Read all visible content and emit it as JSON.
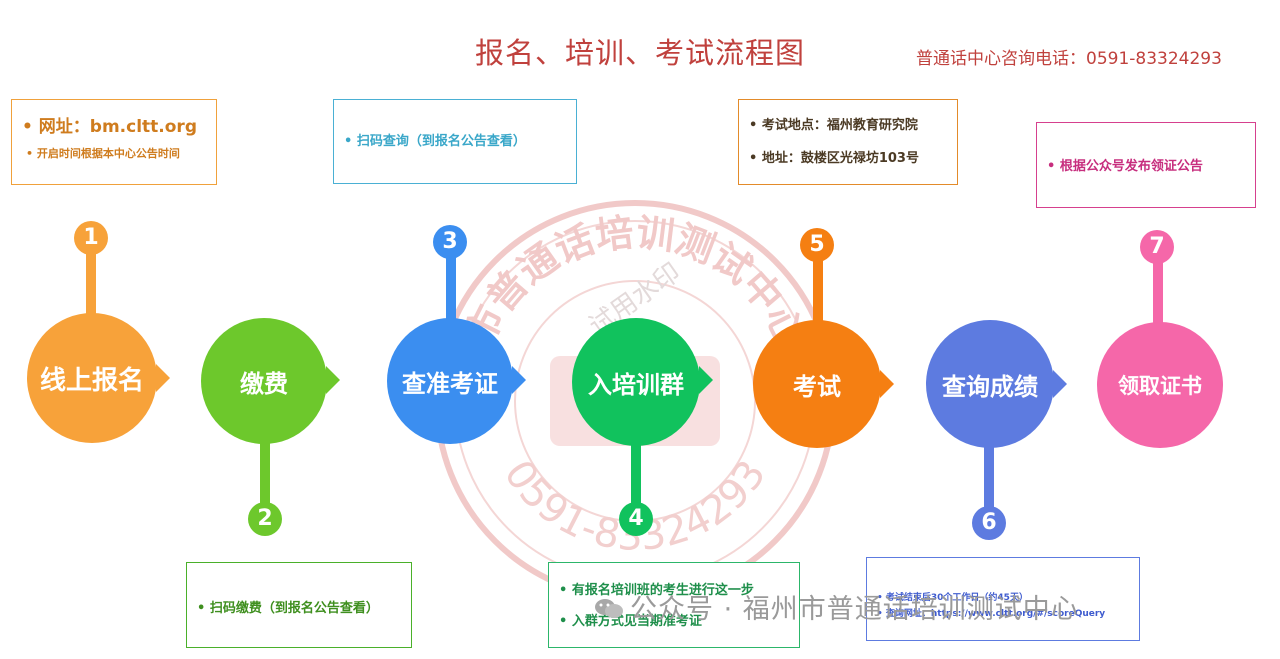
{
  "title": "报名、培训、考试流程图",
  "hotline": "普通话中心咨询电话：0591-83324293",
  "watermark": {
    "ring_text": "市普通话培训测试中心",
    "trial_mark": "试用水印",
    "phone": "0591-83324293"
  },
  "footer": "公众号 · 福州市普通话培训测试中心",
  "colors": {
    "step1": "#f7a23a",
    "step2": "#6dc82c",
    "step3": "#3b8ef0",
    "step4": "#11c25d",
    "step5": "#f57f12",
    "step6": "#5d7be0",
    "step7": "#f567a9",
    "title": "#c0413d"
  },
  "steps": [
    {
      "number": "1",
      "label": "线上报名"
    },
    {
      "number": "2",
      "label": "缴费"
    },
    {
      "number": "3",
      "label": "查准考证"
    },
    {
      "number": "4",
      "label": "入培训群"
    },
    {
      "number": "5",
      "label": "考试"
    },
    {
      "number": "6",
      "label": "查询成绩"
    },
    {
      "number": "7",
      "label": "领取证书"
    }
  ],
  "boxes": {
    "step1": [
      "网址：bm.cltt.org",
      "开启时间根据本中心公告时间"
    ],
    "step2": [
      "扫码缴费（到报名公告查看）"
    ],
    "step3": [
      "扫码查询（到报名公告查看）"
    ],
    "step4": [
      "有报名培训班的考生进行这一步",
      "入群方式见当期准考证"
    ],
    "step5": [
      "考试地点：福州教育研究院",
      "地址：鼓楼区光禄坊103号"
    ],
    "step6": [
      "考试结束后30个工作日（约45天）",
      "查询网址：https://www.cltt.org/#/scoreQuery"
    ],
    "step7": [
      "根据公众号发布领证公告"
    ]
  }
}
